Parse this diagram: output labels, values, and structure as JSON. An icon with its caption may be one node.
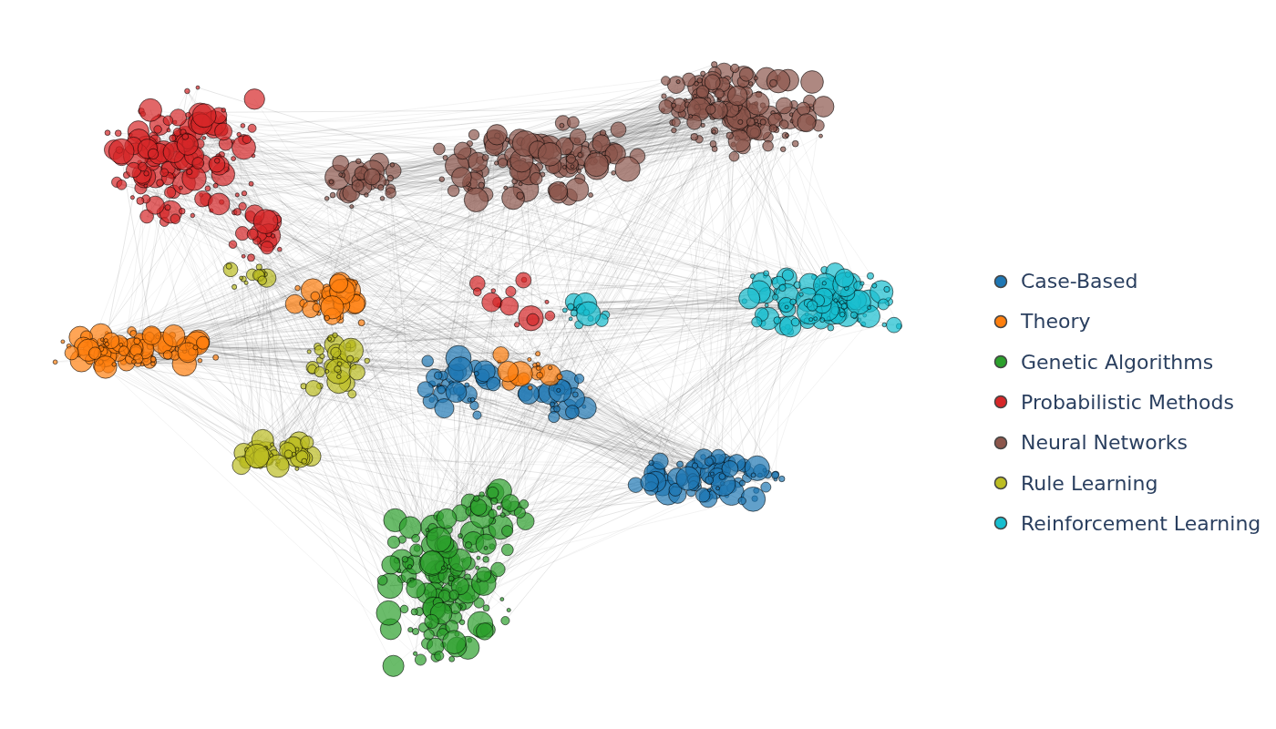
{
  "diagram": {
    "legend": [
      {
        "text": "Case-Based",
        "color": "#1f77b4"
      },
      {
        "text": "Theory",
        "color": "#ff7f0e"
      },
      {
        "text": "Genetic Algorithms",
        "color": "#2ca02c"
      },
      {
        "text": "Probabilistic Methods",
        "color": "#d62728"
      },
      {
        "text": "Neural Networks",
        "color": "#8c564b"
      },
      {
        "text": "Rule Learning",
        "color": "#bcbd22"
      },
      {
        "text": "Reinforcement Learning",
        "color": "#17becf"
      }
    ]
  }
}
